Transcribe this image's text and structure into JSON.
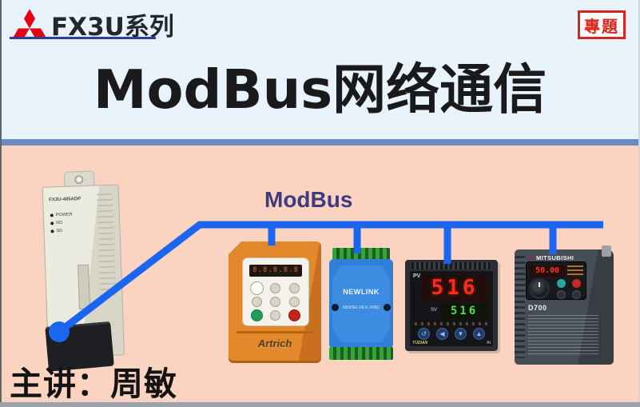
{
  "header": {
    "brand": "FX3U系列",
    "stamp": "專題"
  },
  "title": "ModBus网络通信",
  "diagram": {
    "bus_label": "ModBus",
    "devices": {
      "plc": {
        "model": "FX3U-485ADP",
        "leds": [
          "POWER",
          "RD",
          "SD"
        ]
      },
      "vfd": {
        "brand": "Artrich",
        "display": "8.8.8.8.8"
      },
      "gateway": {
        "brand": "NEWLINK",
        "model": "MODEL:NLK-2082"
      },
      "controller": {
        "pv_label": "PV",
        "pv_value": "516",
        "sv_label": "SV",
        "sv_value": "516",
        "brand": "YUDIAN",
        "series": "AI",
        "keys": [
          "↺",
          "◀",
          "▼",
          "▲"
        ]
      },
      "inverter": {
        "brand": "MITSUBISHI",
        "display": "50.00",
        "model": "D700"
      }
    }
  },
  "footer": {
    "lecturer": "主讲：周敏"
  },
  "colors": {
    "bus_blue": "#1b66f0",
    "accent_red": "#e60012",
    "stamp_red": "#d8261f",
    "stage_pink": "#fbd3c1",
    "band_light_blue": "#e8f3fc",
    "divider_blue": "#6d89c2",
    "bus_label_indigo": "#3d3c80"
  }
}
